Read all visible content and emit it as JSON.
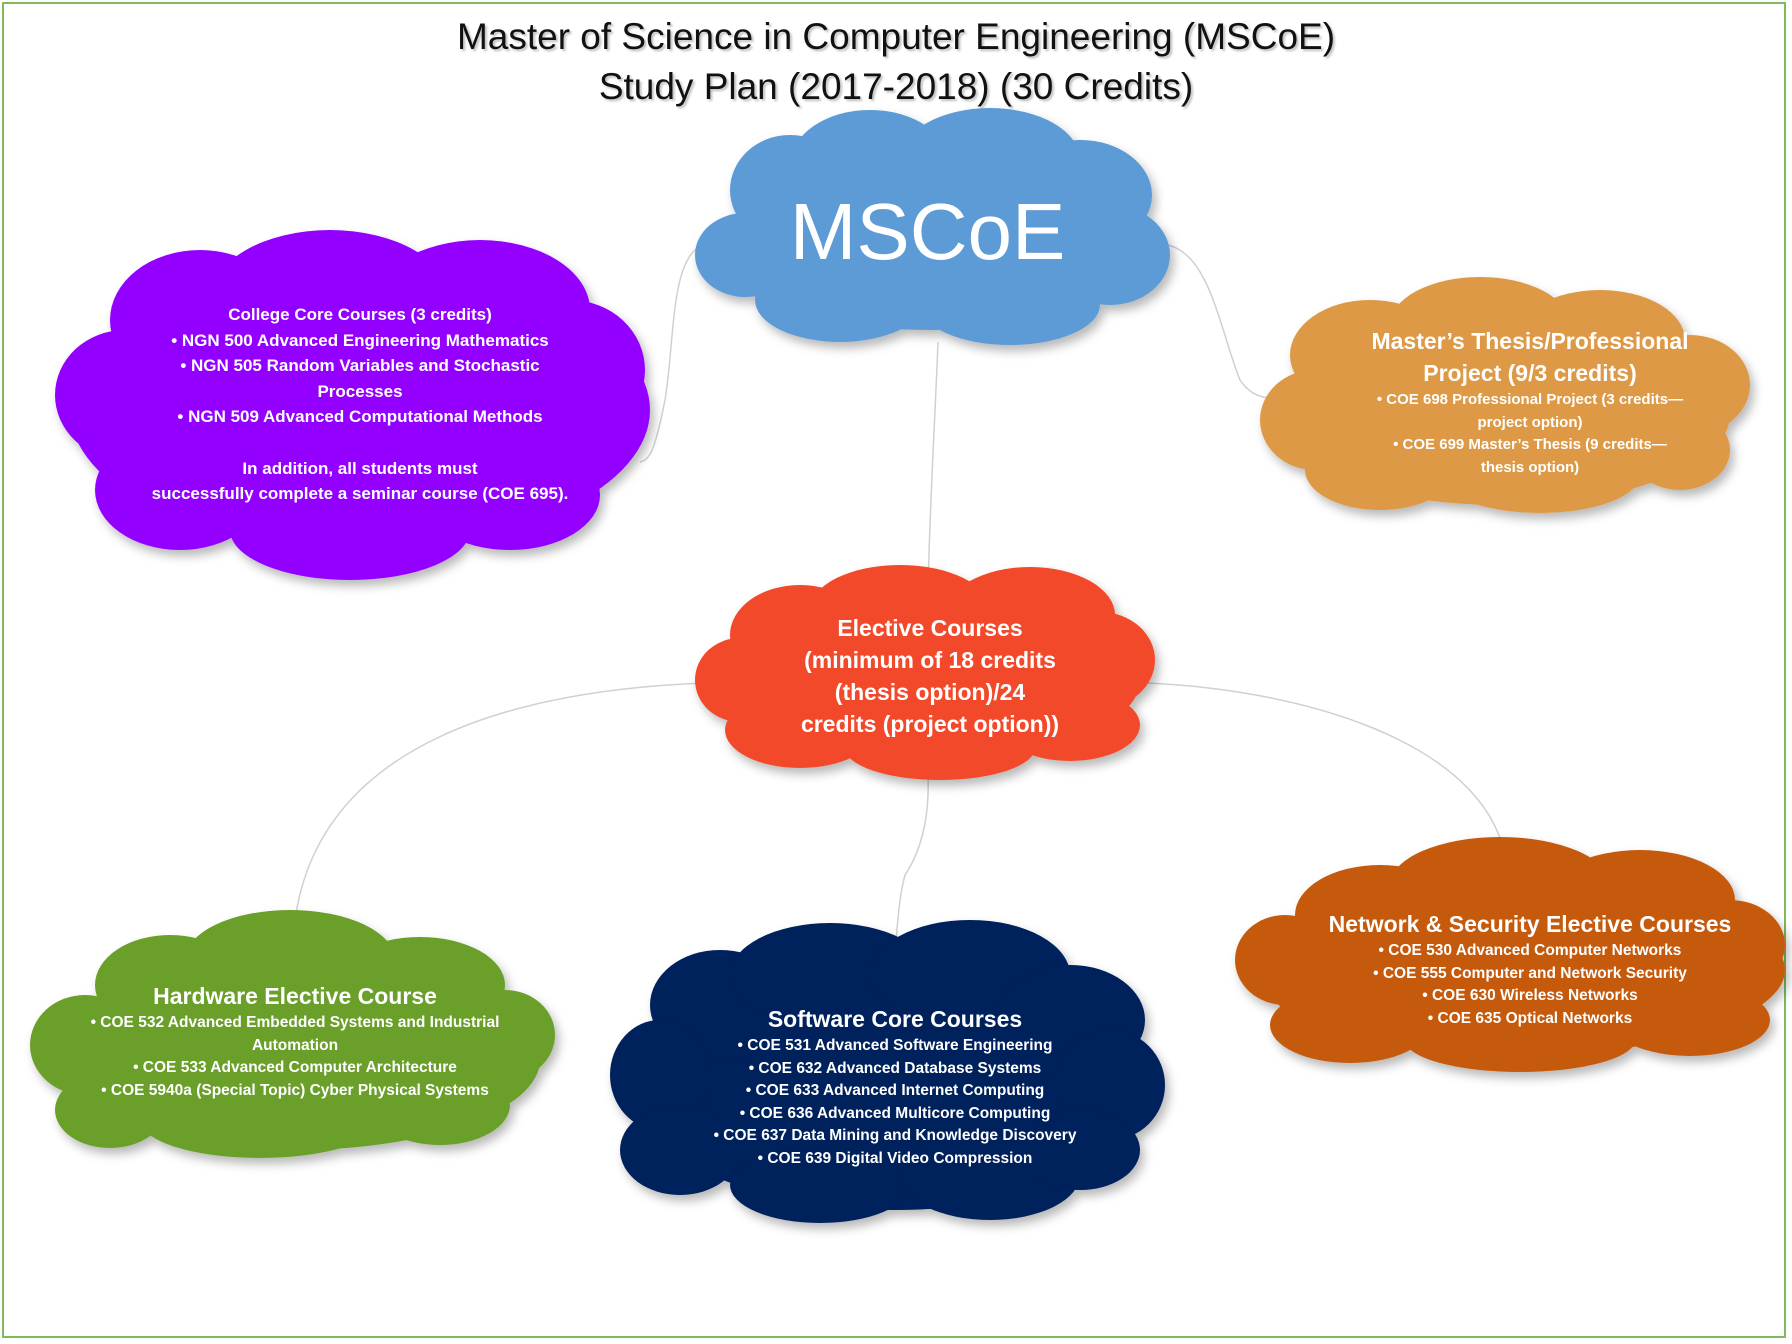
{
  "title_line1": "Master of Science in Computer Engineering (MSCoE)",
  "title_line2": "Study Plan (2017-2018) (30 Credits)",
  "colors": {
    "frame_border": "#7fba5b",
    "mscoe": "#5b9bd5",
    "college_core": "#9400ff",
    "thesis": "#dd9944",
    "elective": "#f24a2b",
    "hardware": "#6a9f2a",
    "software": "#00205b",
    "network": "#c55a11"
  },
  "center": {
    "label": "MSCoE"
  },
  "college_core": {
    "heading": "College Core Courses (3 credits)",
    "items": [
      "• NGN 500 Advanced Engineering Mathematics",
      "• NGN 505 Random Variables and Stochastic",
      "Processes",
      "• NGN 509 Advanced Computational Methods"
    ],
    "note_line1": "In addition, all students must",
    "note_line2": "successfully complete a seminar course (COE 695)."
  },
  "thesis": {
    "heading_line1": "Master’s Thesis/Professional",
    "heading_line2": "Project (9/3 credits)",
    "items": [
      "• COE 698 Professional Project (3 credits—",
      "project option)",
      "• COE 699 Master’s Thesis (9 credits—",
      "thesis option)"
    ]
  },
  "elective": {
    "lines": [
      "Elective Courses",
      "(minimum of 18 credits",
      "(thesis option)/24",
      "credits (project option))"
    ]
  },
  "hardware": {
    "heading": "Hardware Elective Course",
    "items": [
      "• COE 532 Advanced Embedded Systems and Industrial",
      "Automation",
      "• COE 533 Advanced Computer Architecture",
      "• COE 5940a  (Special Topic) Cyber Physical Systems"
    ]
  },
  "software": {
    "heading": "Software Core Courses",
    "items": [
      "• COE 531 Advanced Software Engineering",
      "• COE 632 Advanced Database Systems",
      "• COE 633 Advanced Internet Computing",
      "• COE 636 Advanced Multicore Computing",
      "• COE 637 Data Mining and Knowledge Discovery",
      "• COE 639 Digital Video Compression"
    ]
  },
  "network": {
    "heading": "Network & Security Elective Courses",
    "items": [
      "• COE 530 Advanced Computer Networks",
      "• COE 555 Computer and Network Security",
      "• COE 630 Wireless Networks",
      "• COE 635 Optical Networks"
    ]
  }
}
